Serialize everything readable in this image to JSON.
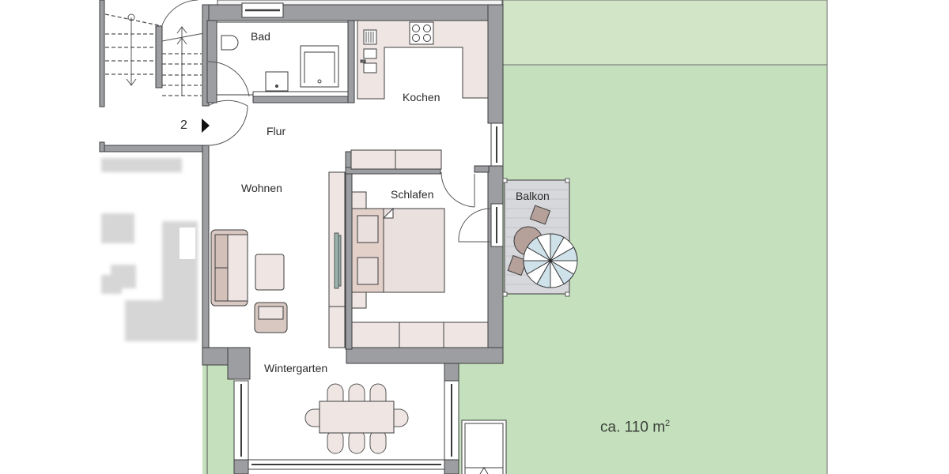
{
  "plan": {
    "unit_marker": "2",
    "rooms": [
      {
        "id": "bad",
        "label": "Bad"
      },
      {
        "id": "kochen",
        "label": "Kochen"
      },
      {
        "id": "flur",
        "label": "Flur"
      },
      {
        "id": "wohnen",
        "label": "Wohnen"
      },
      {
        "id": "schlafen",
        "label": "Schlafen"
      },
      {
        "id": "balkon",
        "label": "Balkon"
      },
      {
        "id": "wintergarten",
        "label": "Wintergarten"
      }
    ],
    "garden": {
      "area_label": "ca. 110 m",
      "area_unit_sup": "2"
    },
    "colors": {
      "wall": "#9d9ea1",
      "wall_stroke": "#3d3d3f",
      "furniture": "#efe6e3",
      "furniture_dark": "#d9c8c2",
      "lawn": "#c5e0bd",
      "lawn_light": "#d3e5c7",
      "blurred": "#d6d6d6",
      "umbrella_blue": "#cfe2ea"
    }
  }
}
